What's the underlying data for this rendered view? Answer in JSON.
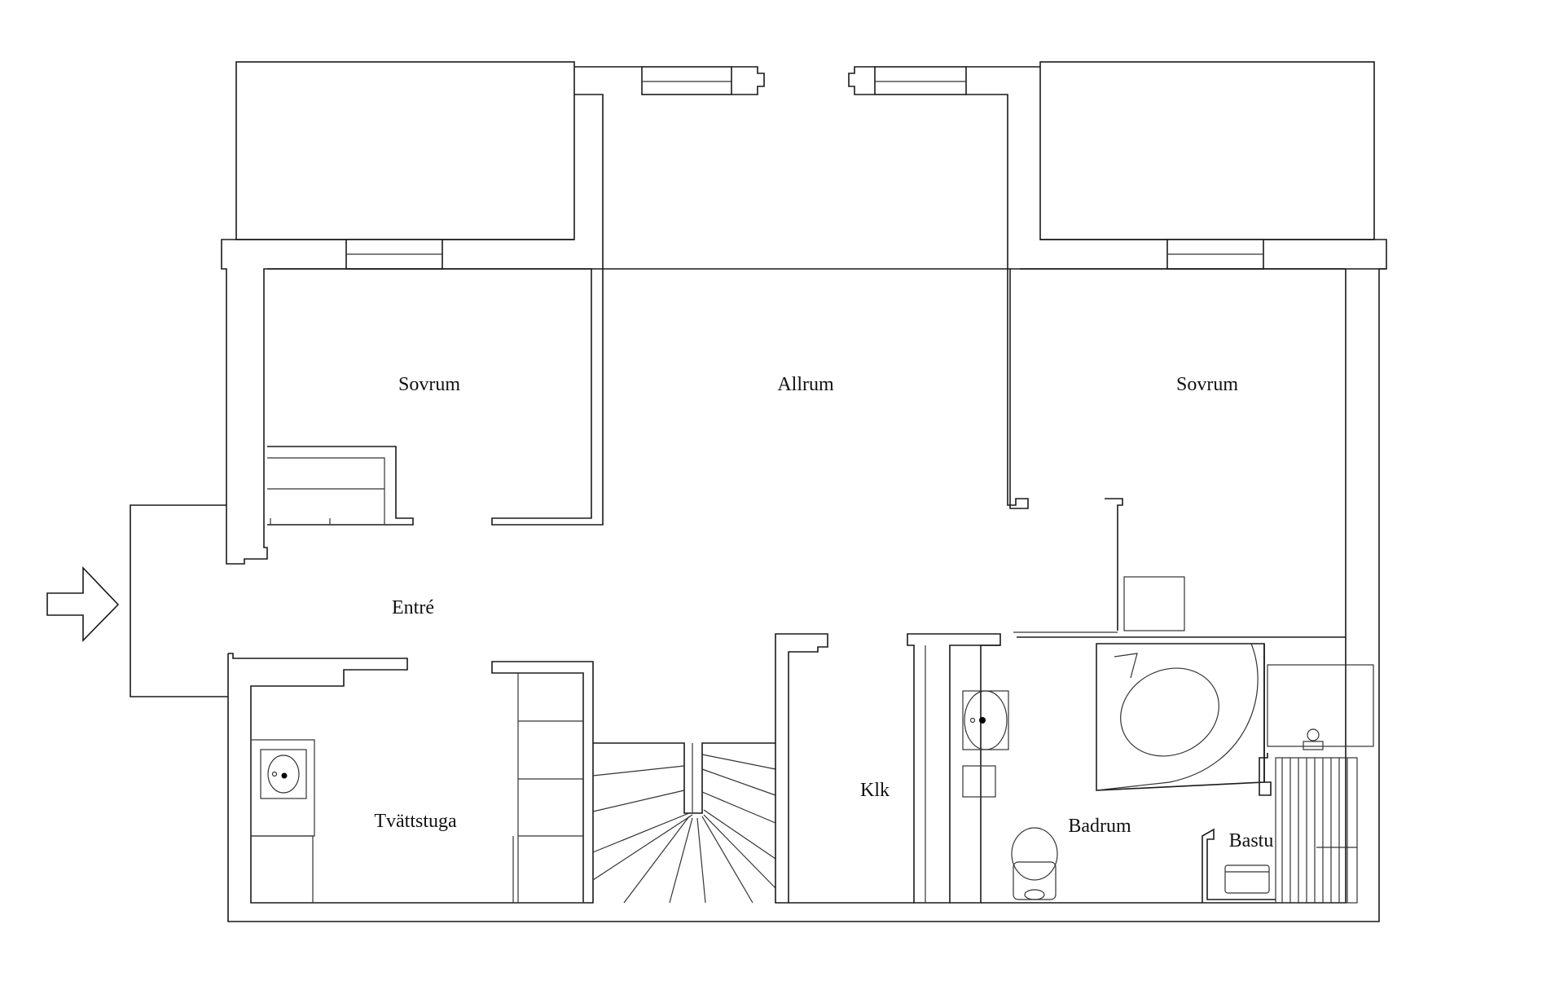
{
  "floorplan": {
    "rooms": {
      "sovrum_left": "Sovrum",
      "allrum": "Allrum",
      "sovrum_right": "Sovrum",
      "entre": "Entré",
      "tvattstuga": "Tvättstuga",
      "klk": "Klk",
      "badrum": "Badrum",
      "bastu": "Bastu"
    },
    "entrance_icon": "arrow-right-icon",
    "colors": {
      "line": "#1a1a1a",
      "background": "#ffffff",
      "text": "#111111"
    }
  }
}
